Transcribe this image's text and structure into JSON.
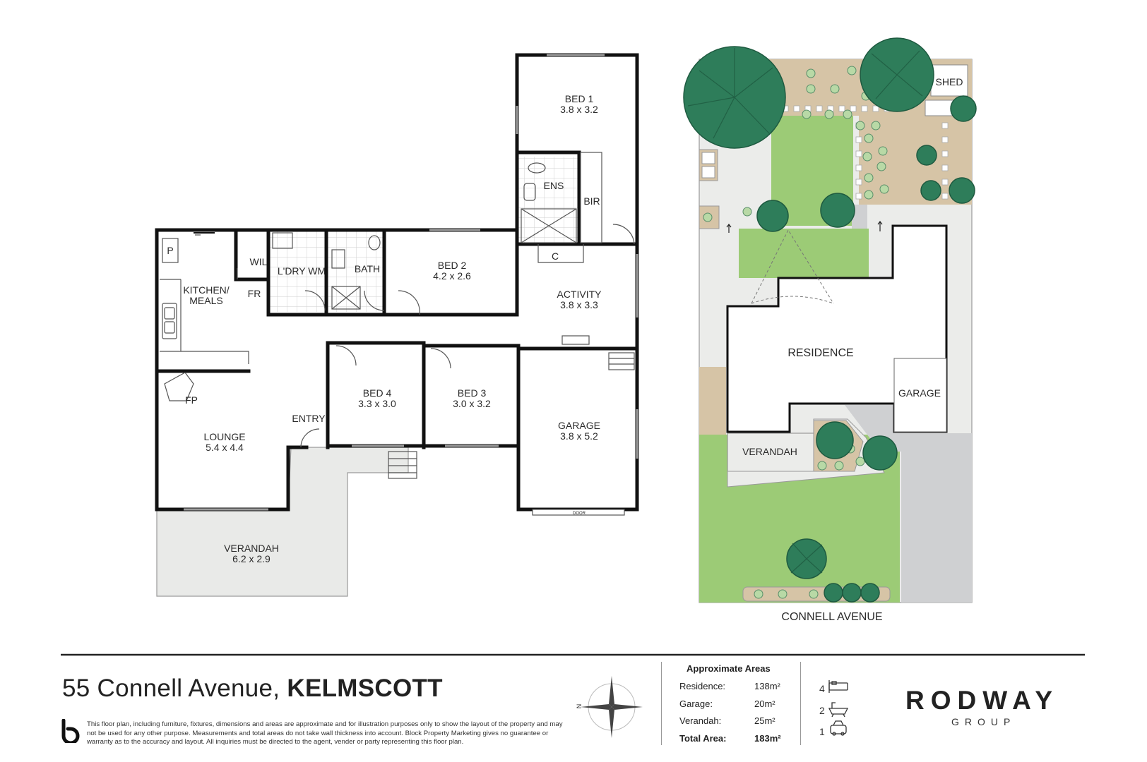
{
  "floorplan": {
    "rooms": {
      "bed1": {
        "name": "BED 1",
        "dims": "3.8 x 3.2"
      },
      "bed2": {
        "name": "BED 2",
        "dims": "4.2 x 2.6"
      },
      "bed3": {
        "name": "BED 3",
        "dims": "3.0 x 3.2"
      },
      "bed4": {
        "name": "BED 4",
        "dims": "3.3 x 3.0"
      },
      "activity": {
        "name": "ACTIVITY",
        "dims": "3.8 x 3.3"
      },
      "garage": {
        "name": "GARAGE",
        "dims": "3.8 x 5.2"
      },
      "lounge": {
        "name": "LOUNGE",
        "dims": "5.4 x 4.4"
      },
      "verandah": {
        "name": "VERANDAH",
        "dims": "6.2 x 2.9"
      },
      "kitchen_line1": "KITCHEN/",
      "kitchen_line2": "MEALS",
      "ens": "ENS",
      "bir": "BIR",
      "c": "C",
      "wil": "WIL",
      "laundry": "L'DRY WM",
      "bath": "BATH",
      "fr": "FR",
      "p": "P",
      "fp": "FP",
      "entry": "ENTRY",
      "door": "DOOR"
    }
  },
  "siteplan": {
    "shed": "SHED",
    "residence": "RESIDENCE",
    "garage": "GARAGE",
    "verandah": "VERANDAH",
    "street": "CONNELL AVENUE"
  },
  "footer": {
    "address_street": "55 Connell Avenue,",
    "address_suburb": "KELMSCOTT",
    "disclaimer": "This floor plan, including furniture, fixtures, dimensions and areas are approximate and for illustration purposes only to show the layout of the property and may not be used for any other purpose. Measurements and total areas do not take wall thickness into account. Block Property Marketing gives no guarantee or warranty as to the accuracy and layout. All inquiries must be directed to the agent, vender or party representing this floor plan.",
    "compass_letter": "N",
    "areas_heading": "Approximate Areas",
    "areas": [
      {
        "label": "Residence:",
        "value": "138m²"
      },
      {
        "label": "Garage:",
        "value": "20m²"
      },
      {
        "label": "Verandah:",
        "value": "25m²"
      },
      {
        "label": "Total Area:",
        "value": "183m²"
      }
    ],
    "beds": "4",
    "baths": "2",
    "cars": "1",
    "brand": "RODWAY",
    "brand_sub": "GROUP"
  },
  "colors": {
    "wall": "#111111",
    "lawn": "#9ccb76",
    "paving": "#d6c4a6",
    "tree": "#2e7d5a",
    "driveway": "#cfd0d2",
    "verandah_fill": "#e9eae8"
  }
}
